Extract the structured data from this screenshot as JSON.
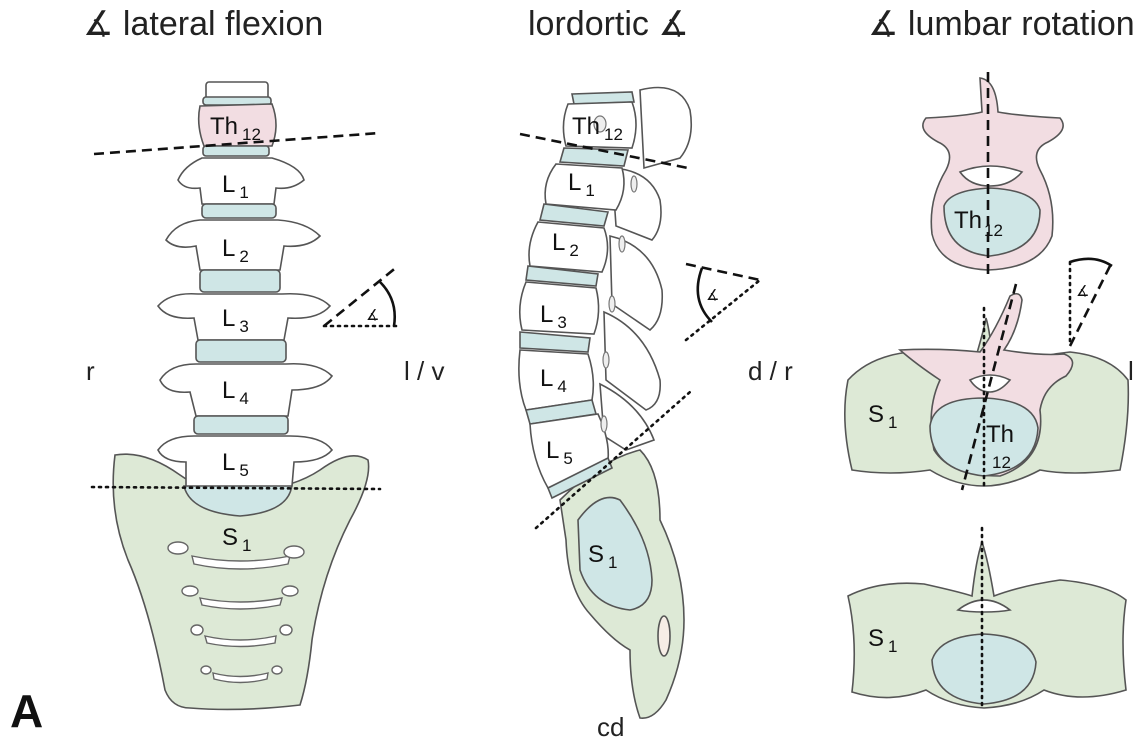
{
  "titles": {
    "lateral": "∡ lateral flexion",
    "lordotic": "lordortic ∡",
    "rotation": "∡ lumbar rotation"
  },
  "orientation": {
    "left_r": "r",
    "mid_lv": "l  /  v",
    "mid_dr": "d  /  r",
    "right_l": "l",
    "bottom_cd": "cd"
  },
  "angle_symbol": "∡",
  "panel_letter": "A",
  "vertebrae": {
    "th": "Th",
    "th_sub": "12",
    "l": "L",
    "l1": "1",
    "l2": "2",
    "l3": "3",
    "l4": "4",
    "l5": "5",
    "s": "S",
    "s_sub": "1"
  },
  "colors": {
    "bone_fill": "#ffffff",
    "th12_fill": "#f2dde2",
    "disc_fill": "#cfe6e6",
    "sacrum_fill": "#dde9d6",
    "outline": "#555555"
  }
}
